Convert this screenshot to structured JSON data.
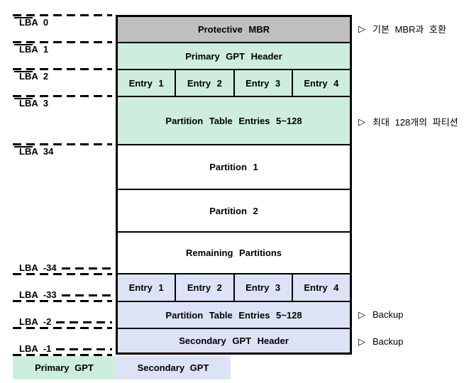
{
  "lba_top": [
    "LBA 0",
    "LBA 1",
    "LBA 2",
    "LBA 3",
    "LBA 34"
  ],
  "lba_bottom": [
    "LBA -34",
    "LBA -33",
    "LBA -2",
    "LBA -1"
  ],
  "rows": [
    {
      "label": "Protective MBR",
      "type": "mbr"
    },
    {
      "label": "Primary GPT Header",
      "type": "primary"
    },
    {
      "entries": [
        "Entry 1",
        "Entry 2",
        "Entry 3",
        "Entry 4"
      ],
      "type": "primary"
    },
    {
      "label": "Partition Table Entries 5~128",
      "type": "primary"
    },
    {
      "label": "Partition 1",
      "type": "plain"
    },
    {
      "label": "Partition 2",
      "type": "plain"
    },
    {
      "label": "Remaining Partitions",
      "type": "plain"
    },
    {
      "entries": [
        "Entry 1",
        "Entry 2",
        "Entry 3",
        "Entry 4"
      ],
      "type": "secondary"
    },
    {
      "label": "Partition Table Entries 5~128",
      "type": "secondary"
    },
    {
      "label": "Secondary GPT Header",
      "type": "secondary"
    }
  ],
  "annotations": [
    {
      "marker": "▷",
      "text": "기본 MBR과 호환"
    },
    {
      "marker": "▷",
      "text": "최대 128개의 파티션"
    },
    {
      "marker": "▷",
      "text": "Backup"
    },
    {
      "marker": "▷",
      "text": "Backup"
    }
  ],
  "legend": [
    {
      "label": "Primary GPT",
      "color": "#cdeedc"
    },
    {
      "label": "Secondary GPT",
      "color": "#dde3f6"
    }
  ],
  "colors": {
    "mbr_gray": "#bfbfbf",
    "primary_green": "#cdeedc",
    "secondary_lavender": "#dde3f6",
    "border": "#000000"
  }
}
